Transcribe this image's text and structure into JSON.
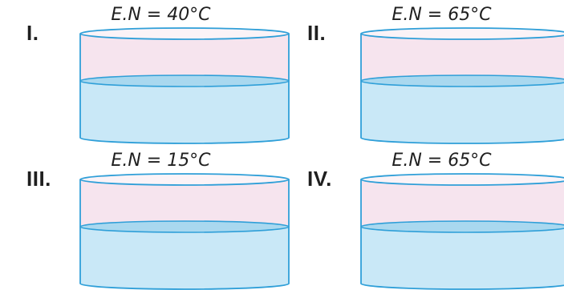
{
  "beakers": [
    {
      "numeral": "I.",
      "label": "E.N = 40°C"
    },
    {
      "numeral": "II.",
      "label": "E.N = 65°C"
    },
    {
      "numeral": "III.",
      "label": "E.N = 15°C"
    },
    {
      "numeral": "IV.",
      "label": "E.N = 65°C"
    }
  ],
  "colors": {
    "rim": "#2f9fd8",
    "liquid": "#c9e8f7",
    "liquid_surface": "#a9d8ef",
    "vapor": "#f6e4ee"
  }
}
